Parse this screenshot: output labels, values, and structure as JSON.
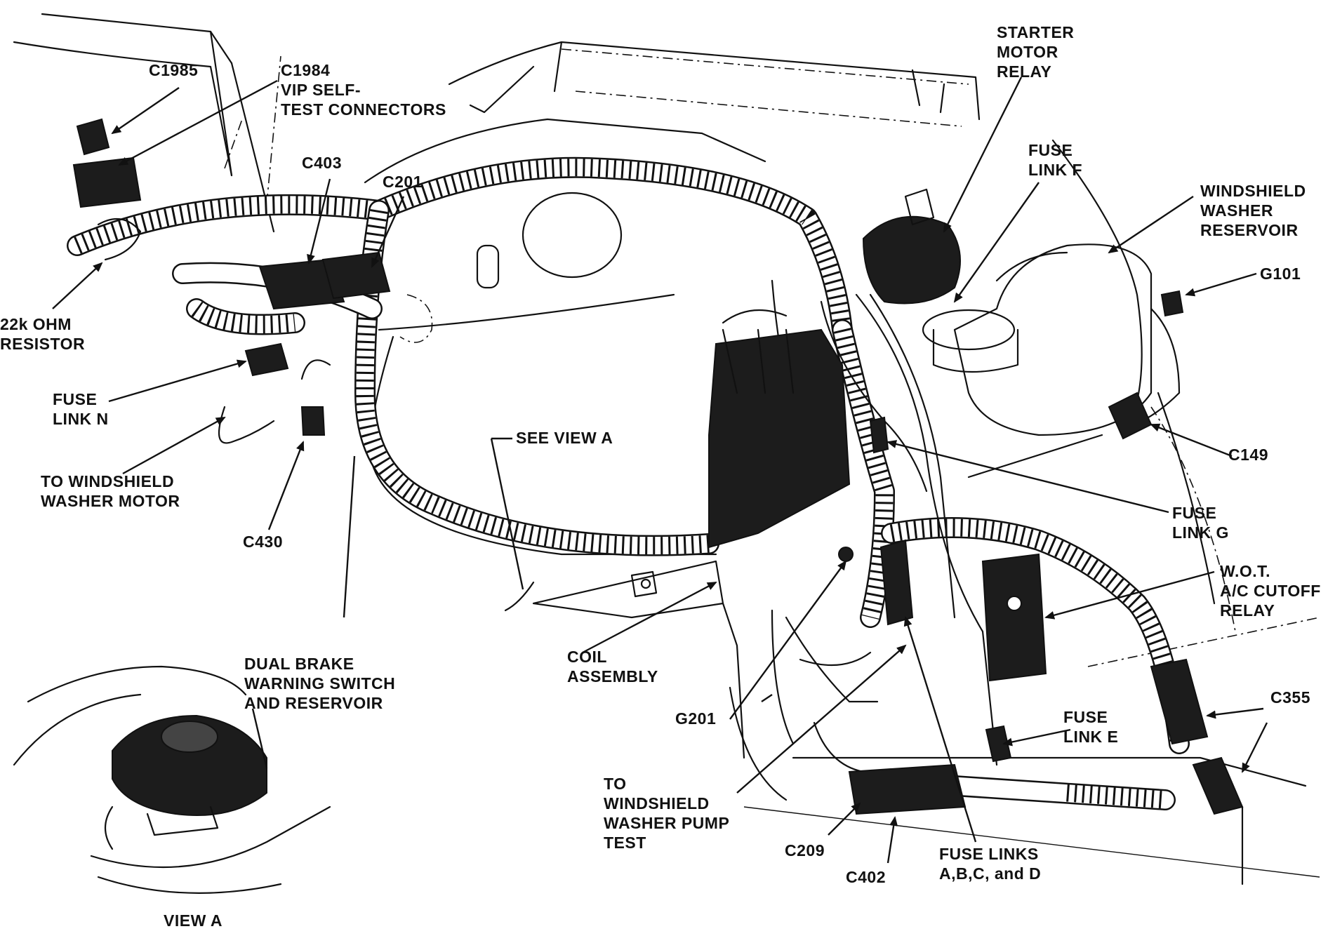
{
  "labels": {
    "c1985": "C1985",
    "c1984_line1": "C1984",
    "c1984_line2": "VIP SELF-",
    "c1984_line3": "TEST CONNECTORS",
    "c403": "C403",
    "c201": "C201",
    "starter_line1": "STARTER",
    "starter_line2": "MOTOR",
    "starter_line3": "RELAY",
    "fuse_f_line1": "FUSE",
    "fuse_f_line2": "LINK F",
    "washer_res_line1": "WINDSHIELD",
    "washer_res_line2": "WASHER",
    "washer_res_line3": "RESERVOIR",
    "g101": "G101",
    "resistor_line1": "22k OHM",
    "resistor_line2": "RESISTOR",
    "fuse_n_line1": "FUSE",
    "fuse_n_line2": "LINK N",
    "washer_motor_line1": "TO WINDSHIELD",
    "washer_motor_line2": "WASHER MOTOR",
    "c430": "C430",
    "see_view_a": "SEE VIEW A",
    "c149": "C149",
    "fuse_g_line1": "FUSE",
    "fuse_g_line2": "LINK G",
    "wot_line1": "W.O.T.",
    "wot_line2": "A/C CUTOFF",
    "wot_line3": "RELAY",
    "coil_line1": "COIL",
    "coil_line2": "ASSEMBLY",
    "dual_brake_line1": "DUAL BRAKE",
    "dual_brake_line2": "WARNING SWITCH",
    "dual_brake_line3": "AND RESERVOIR",
    "g201": "G201",
    "c355": "C355",
    "fuse_e_line1": "FUSE",
    "fuse_e_line2": "LINK E",
    "pump_test_line1": "TO",
    "pump_test_line2": "WINDSHIELD",
    "pump_test_line3": "WASHER PUMP",
    "pump_test_line4": "TEST",
    "c209": "C209",
    "c402": "C402",
    "fuse_abcd_line1": "FUSE LINKS",
    "fuse_abcd_line2": "A,B,C, and D",
    "view_a": "VIEW A"
  }
}
